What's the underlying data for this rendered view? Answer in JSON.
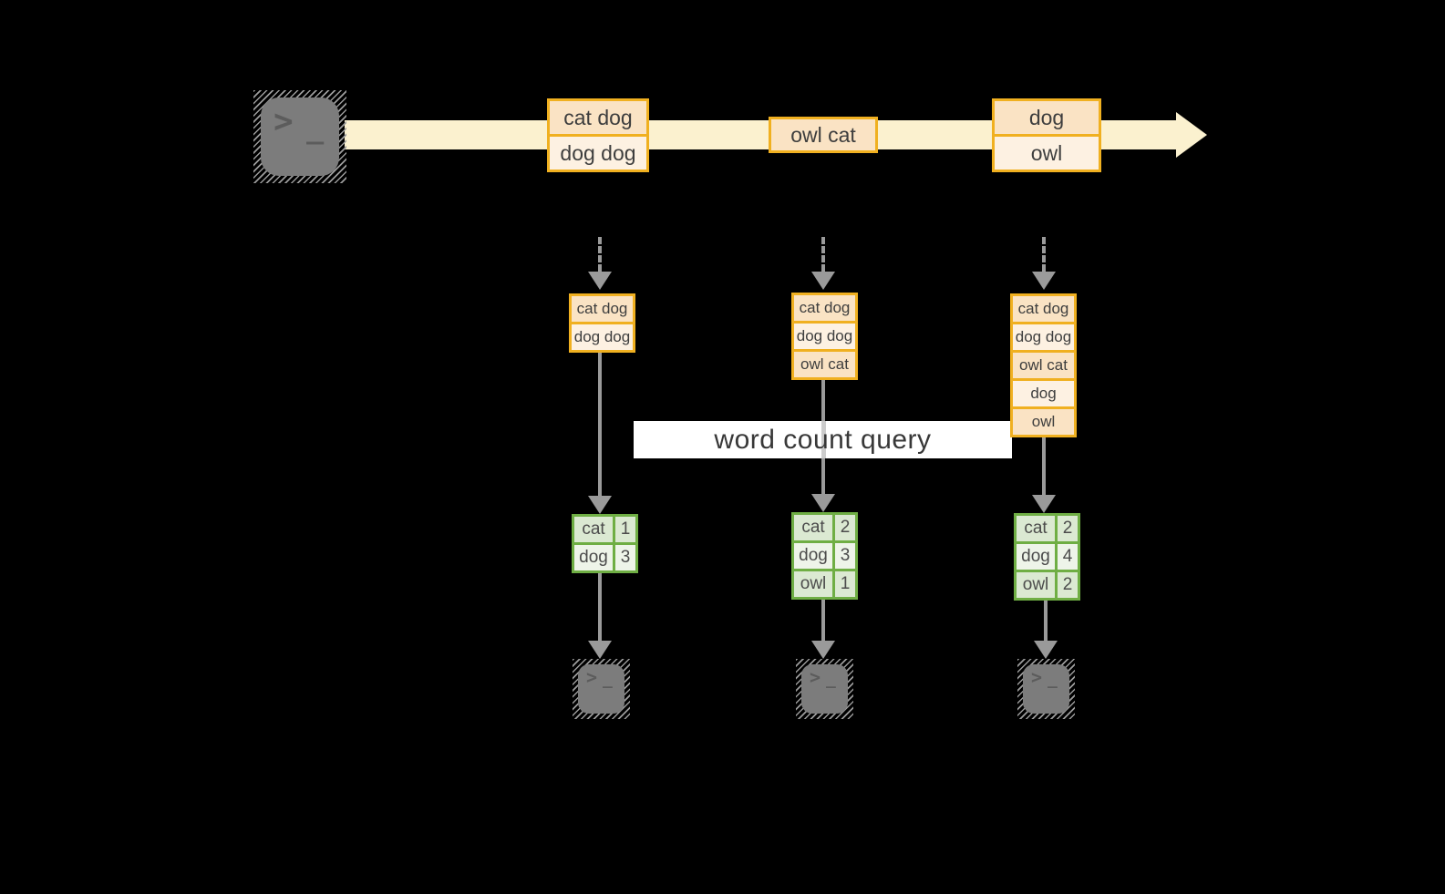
{
  "diagram": {
    "query_banner": "word count query",
    "terminal": {
      "prompt": ">",
      "cursor": "_"
    },
    "stream": {
      "batches": [
        {
          "lines": [
            "cat dog",
            "dog dog"
          ]
        },
        {
          "lines": [
            "owl cat"
          ]
        },
        {
          "lines": [
            "dog",
            "owl"
          ]
        }
      ]
    },
    "buffers": [
      {
        "cells": [
          "cat dog",
          "dog dog"
        ]
      },
      {
        "cells": [
          "cat dog",
          "dog dog",
          "owl cat"
        ]
      },
      {
        "cells": [
          "cat dog",
          "dog dog",
          "owl cat",
          "dog",
          "owl"
        ]
      }
    ],
    "count_tables": [
      {
        "rows": [
          {
            "word": "cat",
            "count": "1"
          },
          {
            "word": "dog",
            "count": "3"
          }
        ]
      },
      {
        "rows": [
          {
            "word": "cat",
            "count": "2"
          },
          {
            "word": "dog",
            "count": "3"
          },
          {
            "word": "owl",
            "count": "1"
          }
        ]
      },
      {
        "rows": [
          {
            "word": "cat",
            "count": "2"
          },
          {
            "word": "dog",
            "count": "4"
          },
          {
            "word": "owl",
            "count": "2"
          }
        ]
      }
    ],
    "colors": {
      "background": "#000000",
      "stream_fill": "#fbf1cf",
      "box_border": "#f0b020",
      "box_fill_dark": "#fae3c4",
      "box_fill_light": "#fdf1e2",
      "table_border": "#6fae44",
      "table_fill_dark": "#dbe9d2",
      "table_fill_light": "#eef4e9",
      "arrow_gray": "#9a9a9a",
      "banner_bg": "#ffffff",
      "text": "#3e3e3e"
    }
  }
}
